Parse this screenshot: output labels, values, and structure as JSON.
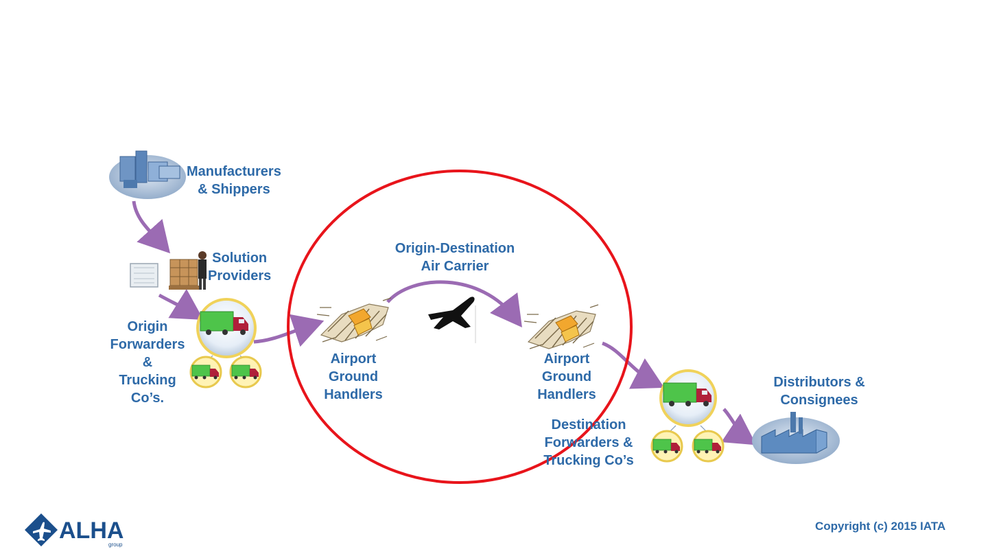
{
  "nodes": {
    "manufacturers": {
      "line1": "Manufacturers",
      "line2": "& Shippers"
    },
    "solution_providers": {
      "line1": "Solution",
      "line2": "Providers"
    },
    "origin_forwarders": {
      "line1": "Origin",
      "line2": "Forwarders",
      "line3": "&",
      "line4": "Trucking",
      "line5": "Co’s."
    },
    "air_carrier": {
      "line1": "Origin-Destination",
      "line2": "Air Carrier"
    },
    "origin_ground_handlers": {
      "line1": "Airport",
      "line2": "Ground",
      "line3": "Handlers"
    },
    "destination_ground_handlers": {
      "line1": "Airport",
      "line2": "Ground",
      "line3": "Handlers"
    },
    "destination_forwarders": {
      "line1": "Destination",
      "line2": "Forwarders &",
      "line3": "Trucking Co’s"
    },
    "distributors": {
      "line1": "Distributors &",
      "line2": "Consignees"
    }
  },
  "logo": {
    "name": "ALHA",
    "sub": "group"
  },
  "copyright": "Copyright (c) 2015 IATA",
  "colors": {
    "label": "#2e6aa8",
    "arrow": "#9b6bb3",
    "highlight_ring": "#e8141b",
    "truck_green": "#4ec44a",
    "truck_cab": "#b0203a",
    "logo_blue": "#1b4f8c"
  },
  "icons": [
    "factory-icon",
    "container-icon",
    "worker-pallet-icon",
    "truck-icon",
    "ground-handler-icon",
    "airplane-icon",
    "warehouse-icon"
  ]
}
